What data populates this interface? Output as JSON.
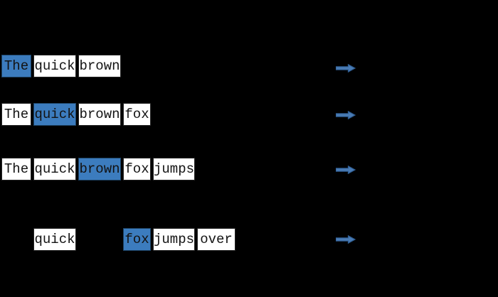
{
  "colors": {
    "background": "#000000",
    "highlight_fill": "#3c7cbe",
    "highlight_border": "#1e4466",
    "box_fill": "#ffffff",
    "box_border": "#262626",
    "box_text": "#131313",
    "arrow_fill": "#4a7cb5",
    "arrow_stroke": "#2e5c91"
  },
  "diagram": {
    "rows": [
      {
        "words": [
          {
            "text": "The",
            "highlighted": true
          },
          {
            "text": "quick",
            "highlighted": false
          },
          {
            "text": "brown",
            "highlighted": false
          }
        ]
      },
      {
        "words": [
          {
            "text": "The",
            "highlighted": false
          },
          {
            "text": "quick",
            "highlighted": true
          },
          {
            "text": "brown",
            "highlighted": false
          },
          {
            "text": "fox",
            "highlighted": false
          }
        ]
      },
      {
        "words": [
          {
            "text": "The",
            "highlighted": false
          },
          {
            "text": "quick",
            "highlighted": false
          },
          {
            "text": "brown",
            "highlighted": true
          },
          {
            "text": "fox",
            "highlighted": false
          },
          {
            "text": "jumps",
            "highlighted": false
          }
        ]
      },
      {
        "words": [
          {
            "text": "quick",
            "highlighted": false
          },
          {
            "text": "fox",
            "highlighted": true
          },
          {
            "text": "jumps",
            "highlighted": false
          },
          {
            "text": "over",
            "highlighted": false
          }
        ]
      }
    ],
    "arrows": [
      {
        "icon": "arrow-right-icon"
      },
      {
        "icon": "arrow-right-icon"
      },
      {
        "icon": "arrow-right-icon"
      },
      {
        "icon": "arrow-right-icon"
      }
    ]
  }
}
